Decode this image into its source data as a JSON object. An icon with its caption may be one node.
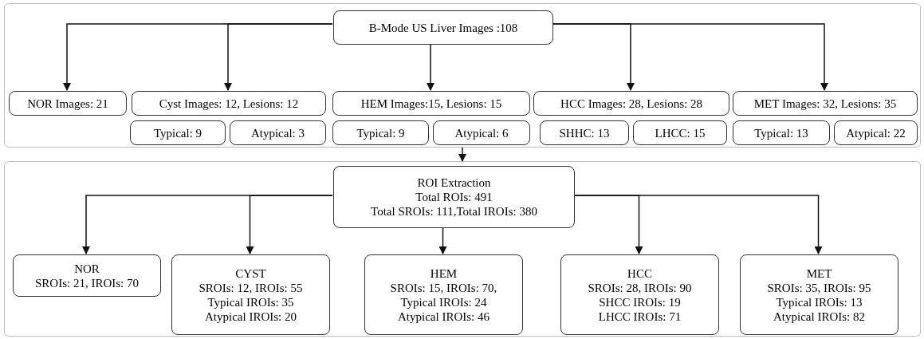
{
  "diagram": {
    "nodes": [
      {
        "text": [],
        "shape": "box"
      },
      {
        "text": [
          "B-Mode US Liver Images :108"
        ],
        "in": 0
      },
      {
        "text": [
          "NOR Images: 21"
        ],
        "in": 0
      },
      {
        "text": [
          "Cyst Images: 12, Lesions: 12"
        ],
        "in": 0
      },
      {
        "text": [
          "HEM Images:15, Lesions: 15"
        ],
        "in": 0
      },
      {
        "text": [
          "HCC Images: 28, Lesions: 28"
        ],
        "in": 0
      },
      {
        "text": [
          "MET Images: 32, Lesions: 35"
        ],
        "in": 0
      },
      {
        "text": [
          "Typical: 9"
        ],
        "in": 0
      },
      {
        "text": [
          "Atypical: 3"
        ],
        "in": 0
      },
      {
        "text": [
          "Typical: 9"
        ],
        "in": 0
      },
      {
        "text": [
          "Atypical: 6"
        ],
        "in": 0
      },
      {
        "text": [
          "SHHC: 13"
        ],
        "in": 0
      },
      {
        "text": [
          "LHCC: 15"
        ],
        "in": 0
      },
      {
        "text": [
          "Typical: 13"
        ],
        "in": 0
      },
      {
        "text": [
          "Atypical: 22"
        ],
        "in": 0
      },
      {
        "text": [],
        "shape": "box"
      },
      {
        "text": [
          "ROI Extraction",
          "Total ROIs: 491",
          "Total SROIs: 111,Total IROIs: 380"
        ],
        "in": 15
      },
      {
        "text": [
          "NOR",
          "SROIs: 21, IROIs: 70"
        ],
        "in": 15
      },
      {
        "text": [
          "CYST",
          "SROIs: 12, IROIs: 55",
          "Typical IROIs: 35",
          "Atypical IROIs: 20"
        ],
        "in": 15
      },
      {
        "text": [
          "HEM",
          "SROIs: 15, IROIs: 70,",
          "Typical IROIs: 24",
          "Atypical IROIs: 46"
        ],
        "in": 15
      },
      {
        "text": [
          "HCC",
          "SROIs: 28, IROIs: 90",
          "SHCC IROIs: 19",
          "LHCC IROIs: 71"
        ],
        "in": 15
      },
      {
        "text": [
          "MET",
          "SROIs: 35, IROIs: 95",
          "Typical IROIs: 13",
          "Atypical IROIs: 82"
        ],
        "in": 15
      }
    ],
    "edges": [
      {
        "from": 1,
        "to": 2,
        "arrow": "to"
      },
      {
        "from": 1,
        "to": 3,
        "arrow": "to"
      },
      {
        "from": 1,
        "to": 4,
        "arrow": "to"
      },
      {
        "from": 1,
        "to": 5,
        "arrow": "to"
      },
      {
        "from": 1,
        "to": 6,
        "arrow": "to"
      },
      {
        "from": 0,
        "to": 15,
        "arrow": "to"
      },
      {
        "from": 16,
        "to": 17,
        "arrow": "to"
      },
      {
        "from": 16,
        "to": 18,
        "arrow": "to"
      },
      {
        "from": 16,
        "to": 19,
        "arrow": "to"
      },
      {
        "from": 16,
        "to": 20,
        "arrow": "to"
      },
      {
        "from": 16,
        "to": 21,
        "arrow": "to"
      }
    ]
  }
}
